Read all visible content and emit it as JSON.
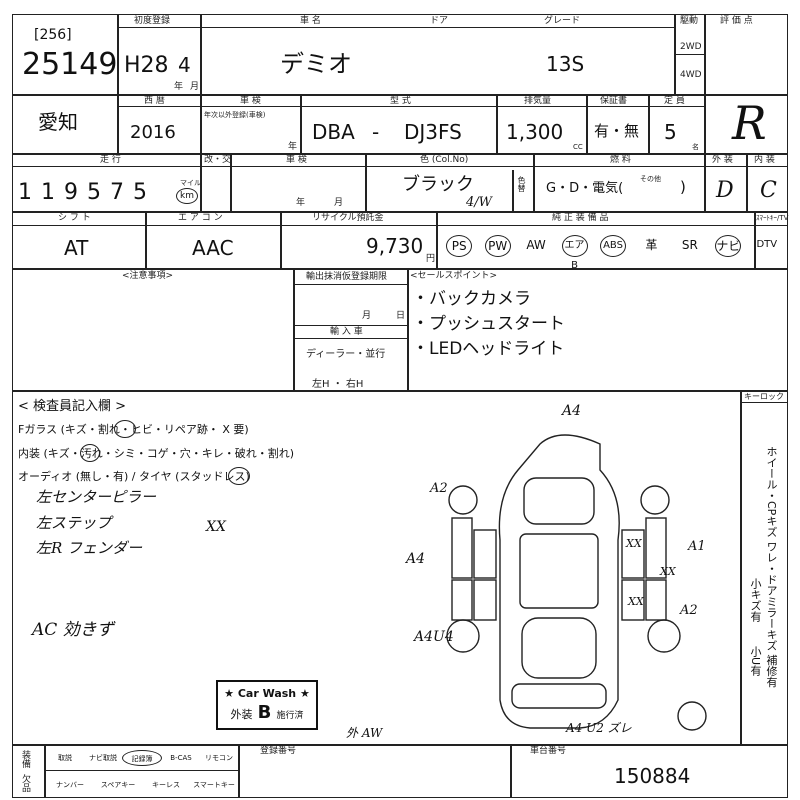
{
  "header": {
    "lot_number": "[256]",
    "stock_number": "25149",
    "first_reg_label": "初度登録",
    "first_reg_year": "H28",
    "first_reg_month": "4",
    "year_unit": "年",
    "month_unit": "月",
    "car_name_label": "車 名",
    "car_name": "デミオ",
    "door_label": "ドア",
    "grade_label": "グレード",
    "grade": "13S",
    "drive_label": "駆動",
    "drive_2wd": "2WD",
    "drive_4wd": "4WD",
    "rating_label": "評 価 点",
    "rating": "R"
  },
  "row2": {
    "region": "愛知",
    "model_year_label": "西 暦",
    "model_year": "2016",
    "inspection_label": "車 検",
    "inspection_value": "年次以外登録(車検)",
    "inspection_unit": "年",
    "type_label": "型 式",
    "type_prefix": "DBA",
    "type_dash": "-",
    "type_code": "DJ3FS",
    "displacement_label": "排気量",
    "displacement": "1,300",
    "displacement_unit": "CC",
    "docs_label": "保証書",
    "docs_value": "有・無",
    "capacity_label": "定 員",
    "capacity": "5",
    "capacity_unit": "名"
  },
  "row3": {
    "mileage_label": "走 行",
    "odometer_label": "改・交",
    "mileage": "1 1 9  5 7 5",
    "km_unit": "km",
    "mile_unit": "マイル",
    "chassis_label": "車 検",
    "chassis_year": "年",
    "chassis_month": "月",
    "color_label": "色 (Col.No)",
    "color": "ブラック",
    "color_code": "4/W",
    "repaint_label": "色替",
    "fuel_label": "燃 料",
    "fuel_options": "G・D・電気(",
    "fuel_other": "その他",
    "fuel_close": ")",
    "exterior_label": "外 装",
    "exterior": "D",
    "interior_label": "内 装",
    "interior": "C"
  },
  "row4": {
    "shift_label": "シ フ ト",
    "shift": "AT",
    "ac_label": "エ ア コ ン",
    "ac": "AAC",
    "recycle_label": "リサイクル預託金",
    "recycle": "9,730",
    "yen_unit": "円",
    "equipment_label": "純 正 装 備 品",
    "equipment": [
      "PS",
      "PW",
      "AW",
      "エアB",
      "ABS",
      "革",
      "SR",
      "ナビ",
      "DTV"
    ],
    "equipment_circled": [
      "PS",
      "PW",
      "エアB",
      "ABS",
      "ナビ"
    ],
    "equipment_extra_label": "ｽﾏｰﾄｷｰ/TV"
  },
  "notes": {
    "caution_label": "<注意事項>",
    "export_label": "輸出抹消仮登録期限",
    "export_month": "月",
    "export_day": "日",
    "import_label": "輸 入 車",
    "import_dealer": "ディーラー・並行",
    "import_handle": "左H ・ 右H",
    "sales_label": "<セールスポイント>",
    "sales_points": [
      "・バックカメラ",
      "・プッシュスタート",
      "・LEDヘッドライト"
    ]
  },
  "inspector": {
    "title": "< 検査員記入欄 >",
    "line1": "Fガラス (キズ・割れ・ヒビ・リペア跡・ X 要)",
    "line2": "内装 (キズ・汚れ・シミ・コゲ・穴・キレ・破れ・割れ)",
    "line3": "オーディオ (無し・有) / タイヤ (スタッドレス)",
    "hand_notes": [
      "左センターピラー",
      "左ステップ",
      "左R フェンダー"
    ],
    "hand_xx": "XX",
    "ac_note": "AC 効きず",
    "keyless_label": "キーロック",
    "side_note_1": "ホイール・CPキズ ワレ・ドアミラーキズ 補修有",
    "side_note_2": "小キズ有",
    "side_note_3": "小U有"
  },
  "diagram_marks": {
    "top": "A4",
    "front_left": "A2",
    "left_door": "A4",
    "right_front": "A1",
    "right_rear": "A2",
    "left_rear": "A4U4",
    "bottom": "A4 U2 ズレ",
    "bottom_left": "外 AW",
    "x_marks": [
      "XX",
      "XX",
      "XX"
    ]
  },
  "carwash": {
    "title": "★ Car Wash ★",
    "line": "外装",
    "grade": "B",
    "suffix": "施行済"
  },
  "footer": {
    "label_a": "装備",
    "label_b": "欠品",
    "items_row1": [
      "取説",
      "ナビ取説",
      "記録簿",
      "B-CAS",
      "リモコン"
    ],
    "items_row2": [
      "ナンバー",
      "スペアキー",
      "キーレス",
      "スマートキー"
    ],
    "circled": "記録簿",
    "reg_number_label": "登録番号",
    "chassis_number_label": "車台番号",
    "chassis_number": "150884"
  }
}
